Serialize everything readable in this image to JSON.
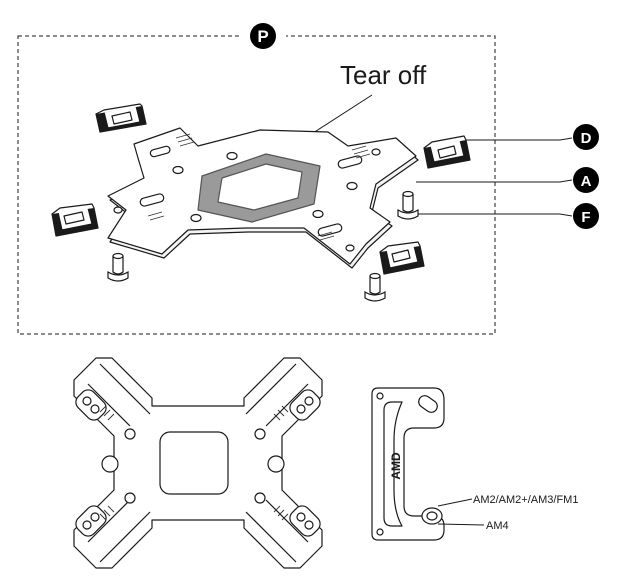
{
  "top_panel": {
    "group_marker": "P",
    "callout": "Tear off",
    "markers": {
      "d": "D",
      "a": "A",
      "f": "F"
    }
  },
  "amd_bracket": {
    "brand": "AMD",
    "socket_labels": {
      "upper": "AM2/AM2+/AM3/FM1",
      "lower": "AM4"
    }
  },
  "colors": {
    "line": "#1a1a1a",
    "marker_fill": "#000000",
    "marker_text": "#ffffff",
    "tear_off_band": "#9a9a9a",
    "rubber_pad": "#d0d0d0"
  }
}
